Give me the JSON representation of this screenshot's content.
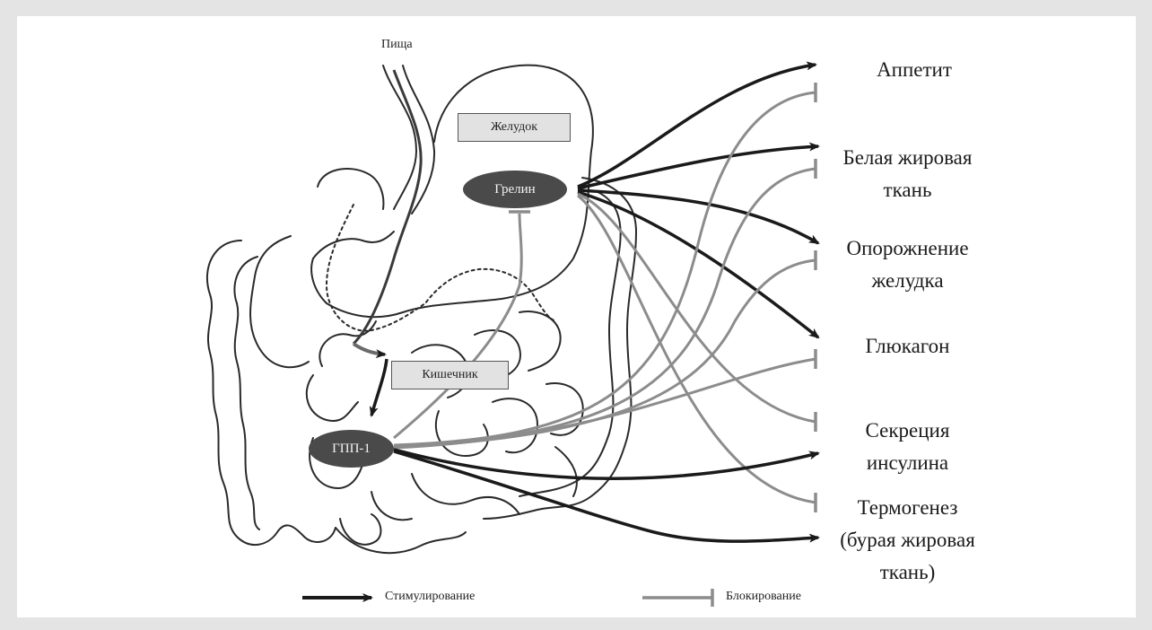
{
  "labels": {
    "food": "Пища",
    "stomach": "Желудок",
    "intestine": "Кишечник",
    "ghrelin": "Грелин",
    "glp1": "ГПП-1"
  },
  "targets": [
    {
      "id": "appetite",
      "text": "Аппетит"
    },
    {
      "id": "white-fat",
      "text": "Белая жировая\nткань"
    },
    {
      "id": "gastric-emptying",
      "text": "Опорожнение\nжелудка"
    },
    {
      "id": "glucagon",
      "text": "Глюкагон"
    },
    {
      "id": "insulin",
      "text": "Секреция\nинсулина"
    },
    {
      "id": "thermogenesis",
      "text": "Термогенез\n(бурая жировая\nткань)"
    }
  ],
  "legend": {
    "stimulation": "Стимулирование",
    "blocking": "Блокирование"
  },
  "colors": {
    "stimulation": "#1a1a1a",
    "blocking": "#8c8c8c",
    "hormone_fill": "#4a4a4a",
    "box_fill": "#e2e2e2",
    "background": "#e4e4e4"
  },
  "connections": [
    {
      "from": "ghrelin",
      "to": "appetite",
      "type": "stimulation"
    },
    {
      "from": "ghrelin",
      "to": "white-fat",
      "type": "stimulation"
    },
    {
      "from": "ghrelin",
      "to": "gastric-emptying",
      "type": "stimulation"
    },
    {
      "from": "ghrelin",
      "to": "glucagon",
      "type": "stimulation"
    },
    {
      "from": "ghrelin",
      "to": "insulin",
      "type": "blocking"
    },
    {
      "from": "ghrelin",
      "to": "thermogenesis",
      "type": "blocking"
    },
    {
      "from": "glp1",
      "to": "appetite",
      "type": "blocking"
    },
    {
      "from": "glp1",
      "to": "white-fat",
      "type": "blocking"
    },
    {
      "from": "glp1",
      "to": "gastric-emptying",
      "type": "blocking"
    },
    {
      "from": "glp1",
      "to": "glucagon",
      "type": "blocking"
    },
    {
      "from": "glp1",
      "to": "insulin",
      "type": "stimulation"
    },
    {
      "from": "glp1",
      "to": "thermogenesis",
      "type": "stimulation"
    },
    {
      "from": "glp1",
      "to": "ghrelin",
      "type": "blocking"
    }
  ]
}
